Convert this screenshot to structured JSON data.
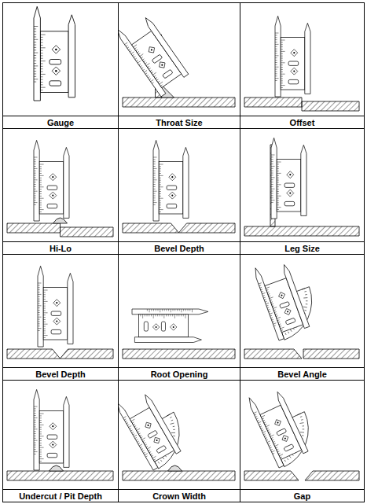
{
  "diagram": {
    "nodes": [
      {
        "text": [
          "Gauge"
        ]
      },
      {
        "text": [
          "Throat Size"
        ]
      },
      {
        "text": [
          "Offset"
        ]
      },
      {
        "text": [
          "Hi-Lo"
        ]
      },
      {
        "text": [
          "Bevel Depth"
        ]
      },
      {
        "text": [
          "Leg Size"
        ]
      },
      {
        "text": [
          "Bevel Depth"
        ]
      },
      {
        "text": [
          "Root Opening"
        ]
      },
      {
        "text": [
          "Bevel Angle"
        ]
      },
      {
        "text": [
          "Undercut / Pit Depth"
        ]
      },
      {
        "text": [
          "Crown Width"
        ]
      },
      {
        "text": [
          "Gap"
        ]
      }
    ]
  }
}
